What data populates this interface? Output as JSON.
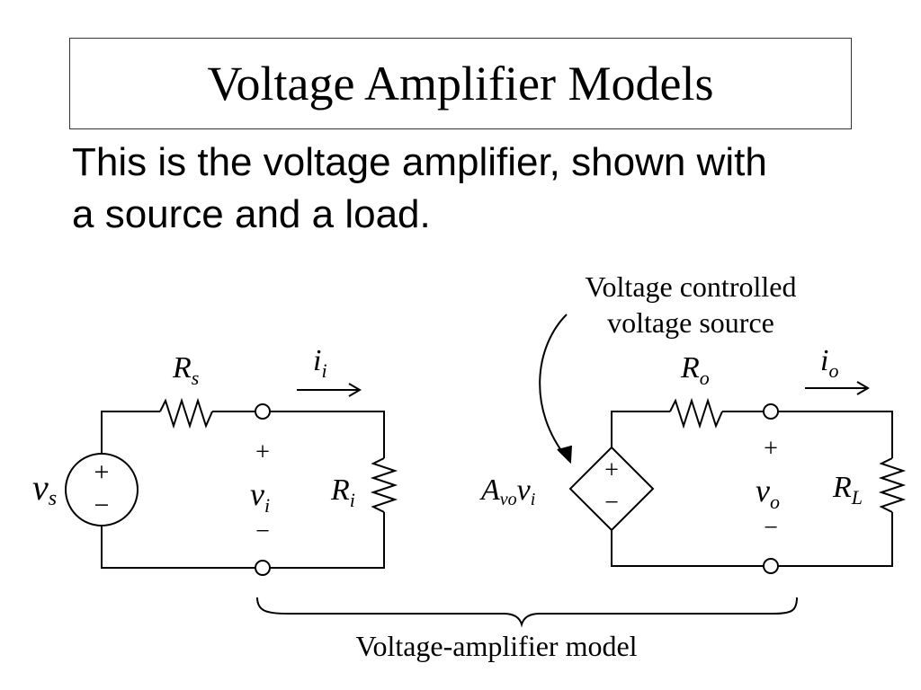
{
  "slide": {
    "title": "Voltage Amplifier Models",
    "body_line1": "This is the voltage amplifier, shown with",
    "body_line2": "a source and a load."
  },
  "diagram": {
    "source_label": {
      "main": "v",
      "sub": "s"
    },
    "rs_label": {
      "main": "R",
      "sub": "s"
    },
    "ii_label": {
      "main": "i",
      "sub": "i"
    },
    "vi_label": {
      "main": "v",
      "sub": "i"
    },
    "ri_label": {
      "main": "R",
      "sub": "i"
    },
    "vcvs_callout_line1": "Voltage controlled",
    "vcvs_callout_line2": "voltage source",
    "gain_label": {
      "a": "A",
      "a_sub": "vo",
      "v": "v",
      "v_sub": "i"
    },
    "ro_label": {
      "main": "R",
      "sub": "o"
    },
    "io_label": {
      "main": "i",
      "sub": "o"
    },
    "vo_label": {
      "main": "v",
      "sub": "o"
    },
    "rl_label": {
      "main": "R",
      "sub": "L"
    },
    "plus": "+",
    "minus": "−",
    "caption": "Voltage-amplifier model"
  }
}
